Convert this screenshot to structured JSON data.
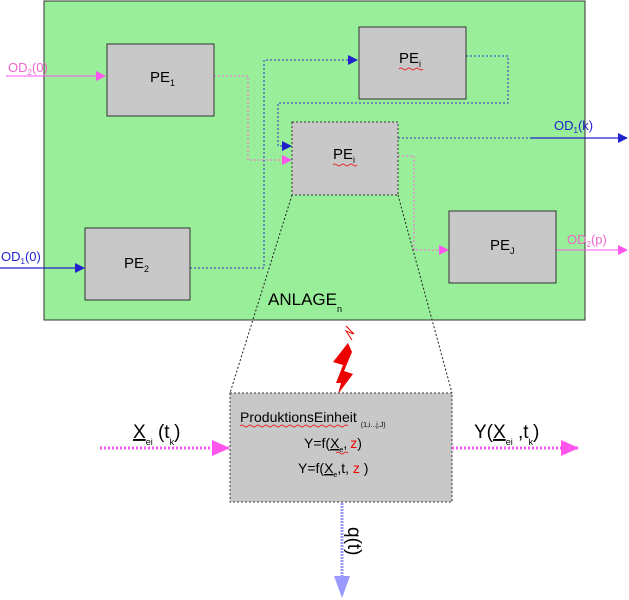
{
  "plant": {
    "label": "ANLAGE",
    "label_sub": "n",
    "color": "#99ee99"
  },
  "blocks": {
    "pe1": {
      "label": "PE",
      "sub": "1"
    },
    "pe_i_top": {
      "label": "PE",
      "sub": "i"
    },
    "pe_i_mid": {
      "label": "PE",
      "sub": "i"
    },
    "pe2": {
      "label": "PE",
      "sub": "2"
    },
    "pe_j": {
      "label": "PE",
      "sub": "J"
    },
    "block_fill": "#c8c8c8"
  },
  "io_labels": {
    "od2_in": {
      "base": "OD",
      "sub": "2",
      "arg": "(0)"
    },
    "od1_in": {
      "base": "OD",
      "sub": "1",
      "arg": "(0)"
    },
    "od1_out": {
      "base": "OD",
      "sub": "1",
      "arg": "(k)"
    },
    "od2_out": {
      "base": "OD",
      "sub": "2",
      "arg": "(p)"
    }
  },
  "unit": {
    "title": "ProduktionsEinheit",
    "title_sub": "(1,i...j,J)",
    "eq1": {
      "lhs": "Y=f(",
      "x": "X",
      "x_sub": "e",
      "sep": ",",
      "z": "z",
      "close": ")"
    },
    "eq2": {
      "lhs": "Y=f(",
      "x": "X",
      "x_sub": "e",
      "sep": ",t, ",
      "z": "z",
      "close": " )"
    }
  },
  "signals": {
    "input": {
      "x": "X",
      "x_sub": "ei",
      "t_open": " (t",
      "t_sub": "k",
      "t_close": ")"
    },
    "output": {
      "y": "Y(",
      "x": "X",
      "x_sub": "ei",
      "t_open": " ,t",
      "t_sub": "k",
      "t_close": ")"
    },
    "disturbance": {
      "label": "q(t)"
    }
  },
  "colors": {
    "blue": "#2222cc",
    "pink": "#ff55ee",
    "pink_label": "#ee66cc",
    "red": "#ee0000",
    "light_blue": "#9999ff",
    "dotted_blue": "#3333cc"
  }
}
